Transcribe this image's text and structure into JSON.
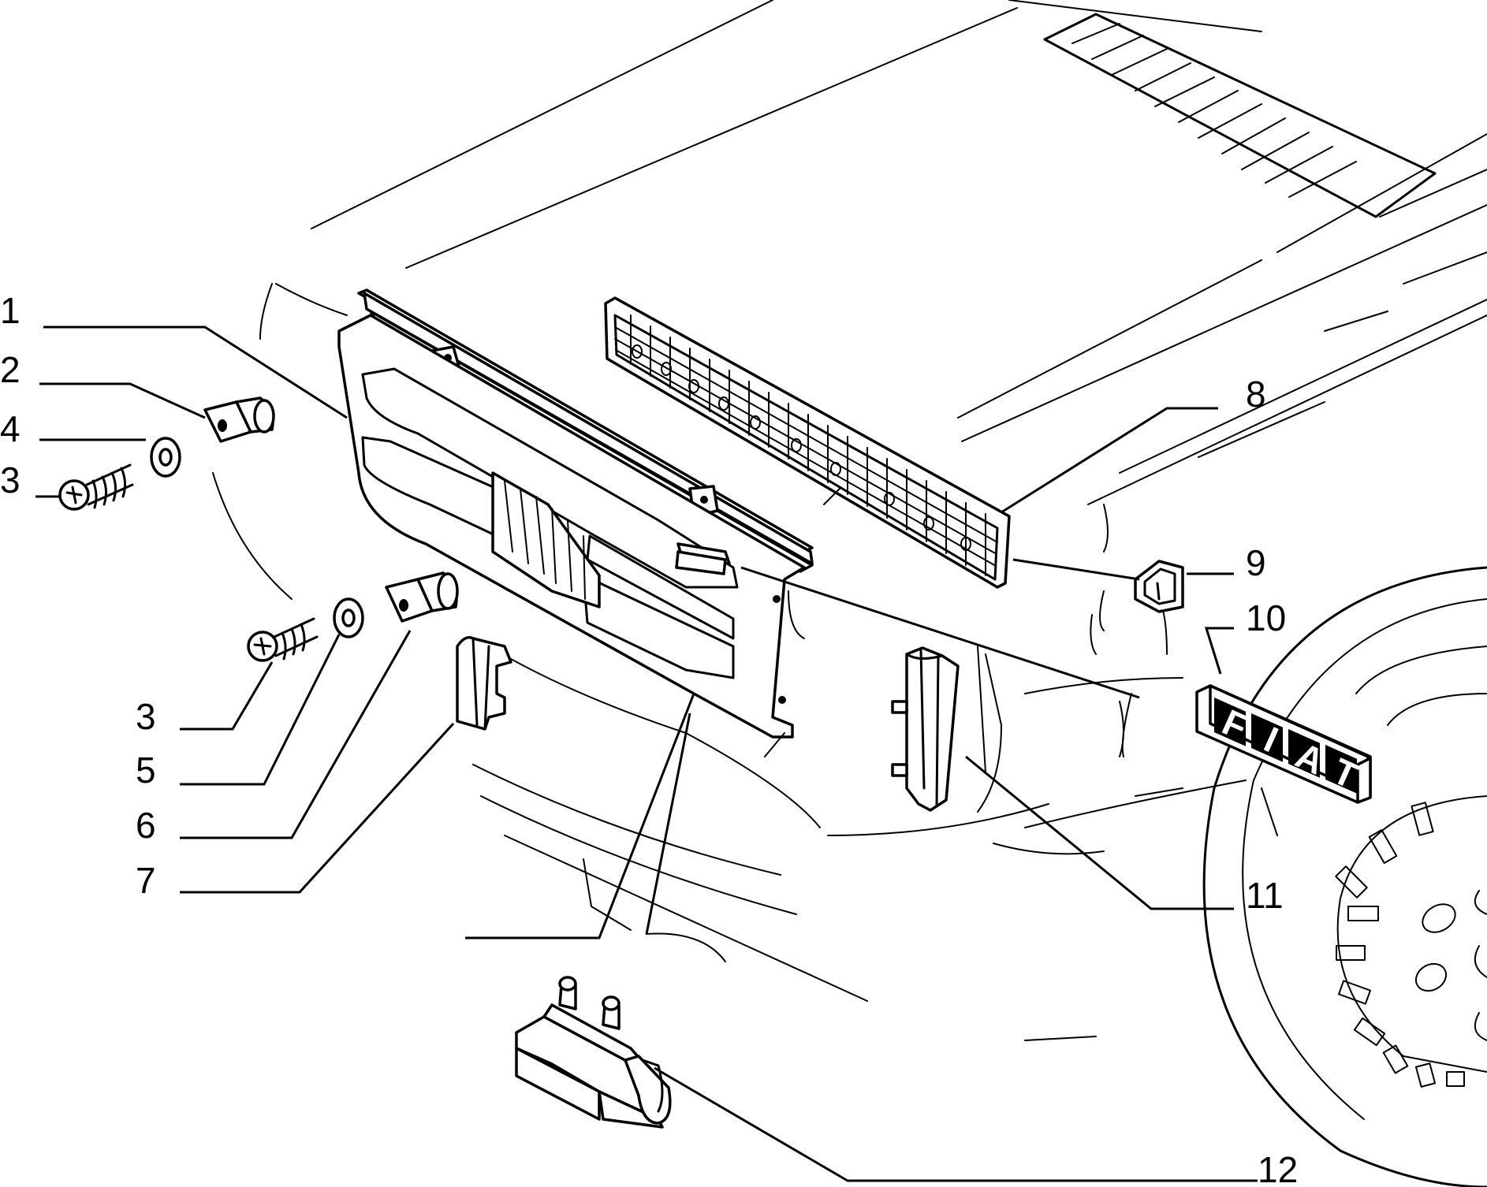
{
  "callouts": [
    {
      "id": "1",
      "label": "1"
    },
    {
      "id": "2",
      "label": "2"
    },
    {
      "id": "4",
      "label": "4"
    },
    {
      "id": "3a",
      "label": "3"
    },
    {
      "id": "3b",
      "label": "3"
    },
    {
      "id": "5",
      "label": "5"
    },
    {
      "id": "6",
      "label": "6"
    },
    {
      "id": "7",
      "label": "7"
    },
    {
      "id": "8",
      "label": "8"
    },
    {
      "id": "9",
      "label": "9"
    },
    {
      "id": "10",
      "label": "10"
    },
    {
      "id": "11",
      "label": "11"
    },
    {
      "id": "12",
      "label": "12"
    }
  ],
  "badge": {
    "letters": [
      "F",
      "I",
      "A",
      "T"
    ]
  },
  "colors": {
    "line": "#000000",
    "background": "#ffffff"
  }
}
